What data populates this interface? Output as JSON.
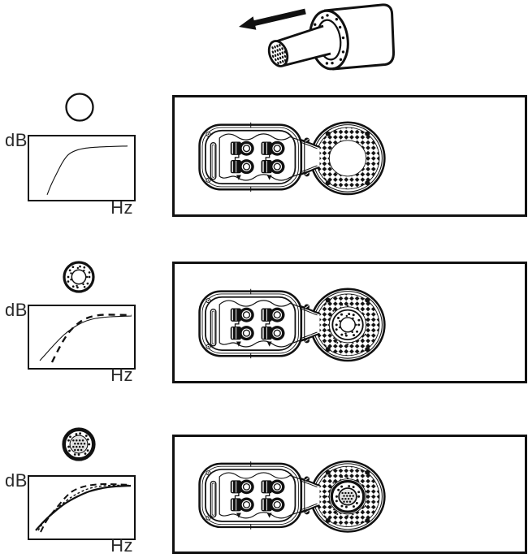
{
  "colors": {
    "ink": "#111111",
    "paper": "#ffffff",
    "screen_face_fill": "#e0e0e0"
  },
  "top_illustration": {
    "description": "capsule cartridge pulled out of grille housing",
    "arrow_direction": "left"
  },
  "rows": [
    {
      "id": "row-1",
      "capsule_variant": "open",
      "icon": {
        "name": "capsule-face-open-icon"
      },
      "graph": {
        "ylabel": "dB",
        "xlabel": "Hz",
        "series": [
          {
            "style": "solid",
            "width": 1.1,
            "dash": "",
            "points": [
              [
                22,
                70
              ],
              [
                27,
                58
              ],
              [
                34,
                44
              ],
              [
                41,
                31
              ],
              [
                48,
                22
              ],
              [
                57,
                17
              ],
              [
                70,
                14
              ],
              [
                90,
                12.5
              ],
              [
                121,
                11.5
              ]
            ]
          }
        ]
      }
    },
    {
      "id": "row-2",
      "capsule_variant": "ring",
      "icon": {
        "name": "capsule-face-ring-screen-icon"
      },
      "graph": {
        "ylabel": "dB",
        "xlabel": "Hz",
        "series": [
          {
            "style": "solid",
            "width": 1.1,
            "dash": "",
            "points": [
              [
                13,
                67
              ],
              [
                22,
                57
              ],
              [
                32,
                46
              ],
              [
                43,
                35
              ],
              [
                55,
                26
              ],
              [
                68,
                19
              ],
              [
                82,
                15
              ],
              [
                100,
                13
              ],
              [
                126,
                12
              ]
            ]
          },
          {
            "style": "dashed",
            "width": 2.4,
            "dash": "8,6",
            "points": [
              [
                28,
                69
              ],
              [
                34,
                57
              ],
              [
                41,
                44
              ],
              [
                49,
                32
              ],
              [
                58,
                23
              ],
              [
                68,
                16
              ],
              [
                80,
                12
              ],
              [
                95,
                10.5
              ],
              [
                126,
                11
              ]
            ]
          }
        ]
      }
    },
    {
      "id": "row-3",
      "capsule_variant": "full",
      "icon": {
        "name": "capsule-face-full-screen-icon"
      },
      "graph": {
        "ylabel": "dB",
        "xlabel": "Hz",
        "series": [
          {
            "style": "solid",
            "width": 2.2,
            "dash": "",
            "points": [
              [
                8,
                66
              ],
              [
                18,
                55
              ],
              [
                30,
                44
              ],
              [
                44,
                33
              ],
              [
                58,
                25
              ],
              [
                74,
                18
              ],
              [
                90,
                14
              ],
              [
                105,
                12
              ],
              [
                125,
                11
              ]
            ]
          },
          {
            "style": "dotted",
            "width": 1.4,
            "dash": "3,2.6",
            "points": [
              [
                11,
                66
              ],
              [
                20,
                53
              ],
              [
                32,
                41
              ],
              [
                45,
                30
              ],
              [
                57,
                22
              ],
              [
                72,
                15
              ],
              [
                88,
                11.5
              ],
              [
                105,
                10.5
              ],
              [
                125,
                10.5
              ]
            ]
          },
          {
            "style": "dashed",
            "width": 2,
            "dash": "7.5,5",
            "points": [
              [
                14,
                68
              ],
              [
                22,
                53
              ],
              [
                33,
                39
              ],
              [
                44,
                26
              ],
              [
                53,
                18
              ],
              [
                64,
                13
              ],
              [
                78,
                10
              ],
              [
                95,
                9
              ],
              [
                125,
                10
              ]
            ]
          }
        ]
      }
    }
  ]
}
